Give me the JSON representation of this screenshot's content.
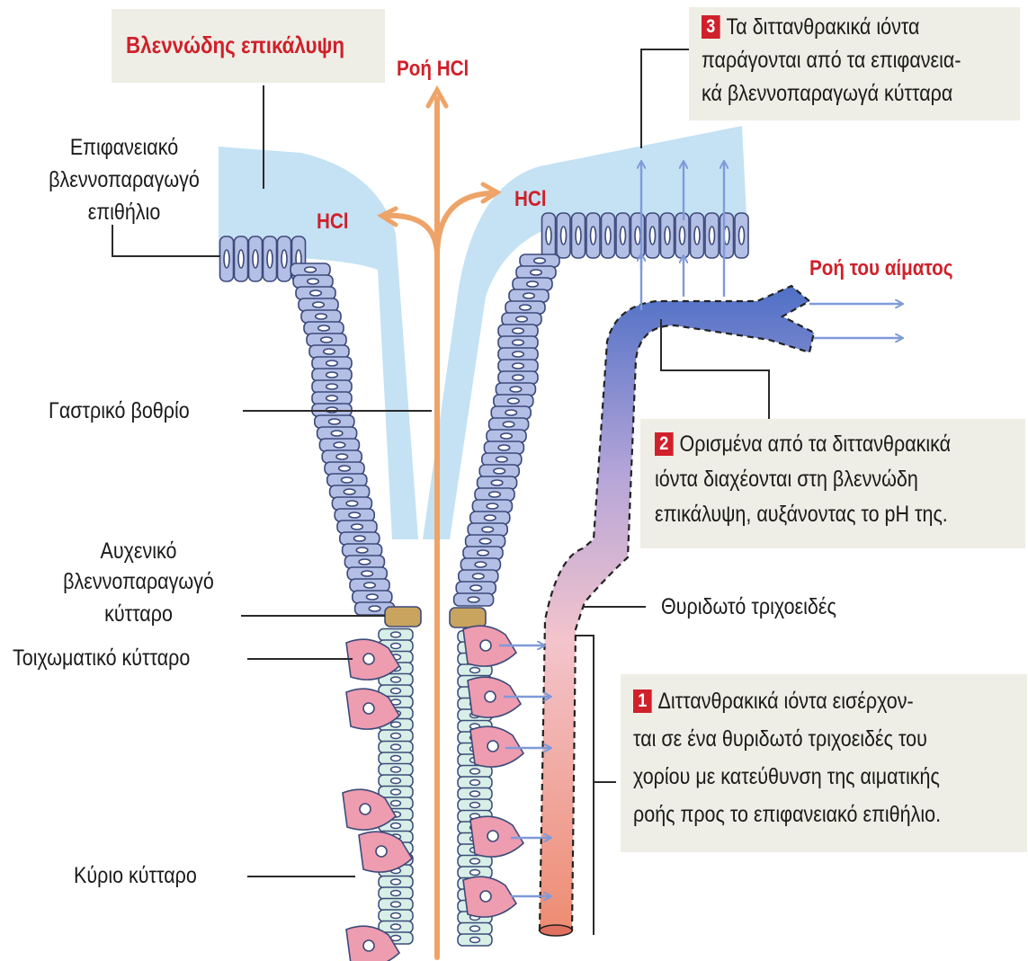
{
  "labels": {
    "mucus_coat": "Βλεννώδης επικάλυψη",
    "hcl_flow": "Ροή HCl",
    "hcl_left": "HCl",
    "hcl_right": "HCl",
    "surface_epithelium": [
      "Επιφανειακό",
      "βλεννοπαραγωγό",
      "επιθήλιο"
    ],
    "gastric_pit": "Γαστρικό βοθρίο",
    "neck_cell": [
      "Αυχενικό",
      "βλεννοπαραγωγό",
      "κύτταρο"
    ],
    "parietal_cell": "Τοιχωματικό κύτταρο",
    "chief_cell": "Κύριο κύτταρο",
    "blood_flow": "Ροή του αίματος",
    "capillary": "Θυριδωτό τριχοειδές"
  },
  "callouts": [
    {
      "number": "1",
      "lines": [
        "Διττανθρακικά ιόντα εισέρχον-",
        "ται σε ένα θυριδωτό τριχοειδές του",
        "χορίου με κατεύθυνση της αιματικής",
        "ροής προς το επιφανειακό επιθήλιο."
      ]
    },
    {
      "number": "2",
      "lines": [
        "Ορισμένα από τα διττανθρακικά",
        "ιόντα διαχέονται στη βλεννώδη",
        "επικάλυψη, αυξάνοντας το pH της."
      ]
    },
    {
      "number": "3",
      "lines": [
        "Τα διττανθρακικά ιόντα",
        "παράγονται από τα επιφανεια-",
        "κά βλεννοπαραγωγά κύτταρα"
      ]
    }
  ],
  "colors": {
    "accent_red": "#d0202a",
    "hcl_arrow": "#eea468",
    "mucus": "#c4e2f4",
    "epithelium_cell": "#b4bfe6",
    "neck_cell": "#c9a45e",
    "parietal_cell": "#ee9cb0",
    "chief_cell": "#d7efe6",
    "bicarbonate_arrow": "#7f9ad8"
  }
}
